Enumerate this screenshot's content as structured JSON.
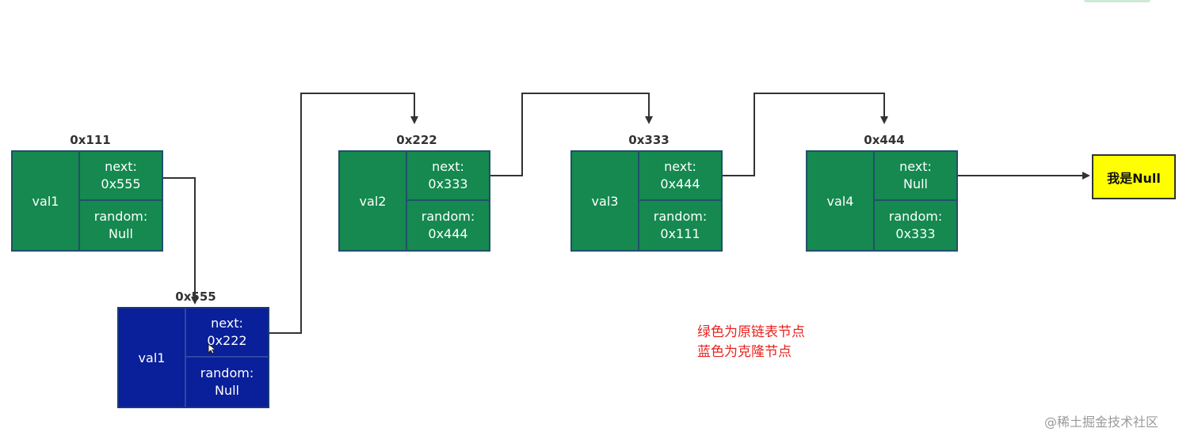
{
  "nodes": [
    {
      "id": "n111",
      "address": "0x111",
      "val": "val1",
      "next_label": "next:",
      "next_value": "0x555",
      "random_label": "random:",
      "random_value": "Null",
      "kind": "original"
    },
    {
      "id": "n555",
      "address": "0x555",
      "val": "val1",
      "next_label": "next:",
      "next_value": "0x222",
      "random_label": "random:",
      "random_value": "Null",
      "kind": "clone"
    },
    {
      "id": "n222",
      "address": "0x222",
      "val": "val2",
      "next_label": "next:",
      "next_value": "0x333",
      "random_label": "random:",
      "random_value": "0x444",
      "kind": "original"
    },
    {
      "id": "n333",
      "address": "0x333",
      "val": "val3",
      "next_label": "next:",
      "next_value": "0x444",
      "random_label": "random:",
      "random_value": "0x111",
      "kind": "original"
    },
    {
      "id": "n444",
      "address": "0x444",
      "val": "val4",
      "next_label": "next:",
      "next_value": "Null",
      "random_label": "random:",
      "random_value": "0x333",
      "kind": "original"
    }
  ],
  "terminal": {
    "label": "我是Null"
  },
  "legend": {
    "green_note": "绿色为原链表节点",
    "blue_note": "蓝色为克隆节点"
  },
  "watermark": "@稀土掘金技术社区",
  "colors": {
    "original_node": "#15894f",
    "clone_node": "#0a1f9a",
    "terminal_fill": "#ffff00",
    "legend_text": "#e8231f",
    "connector": "#333333"
  }
}
